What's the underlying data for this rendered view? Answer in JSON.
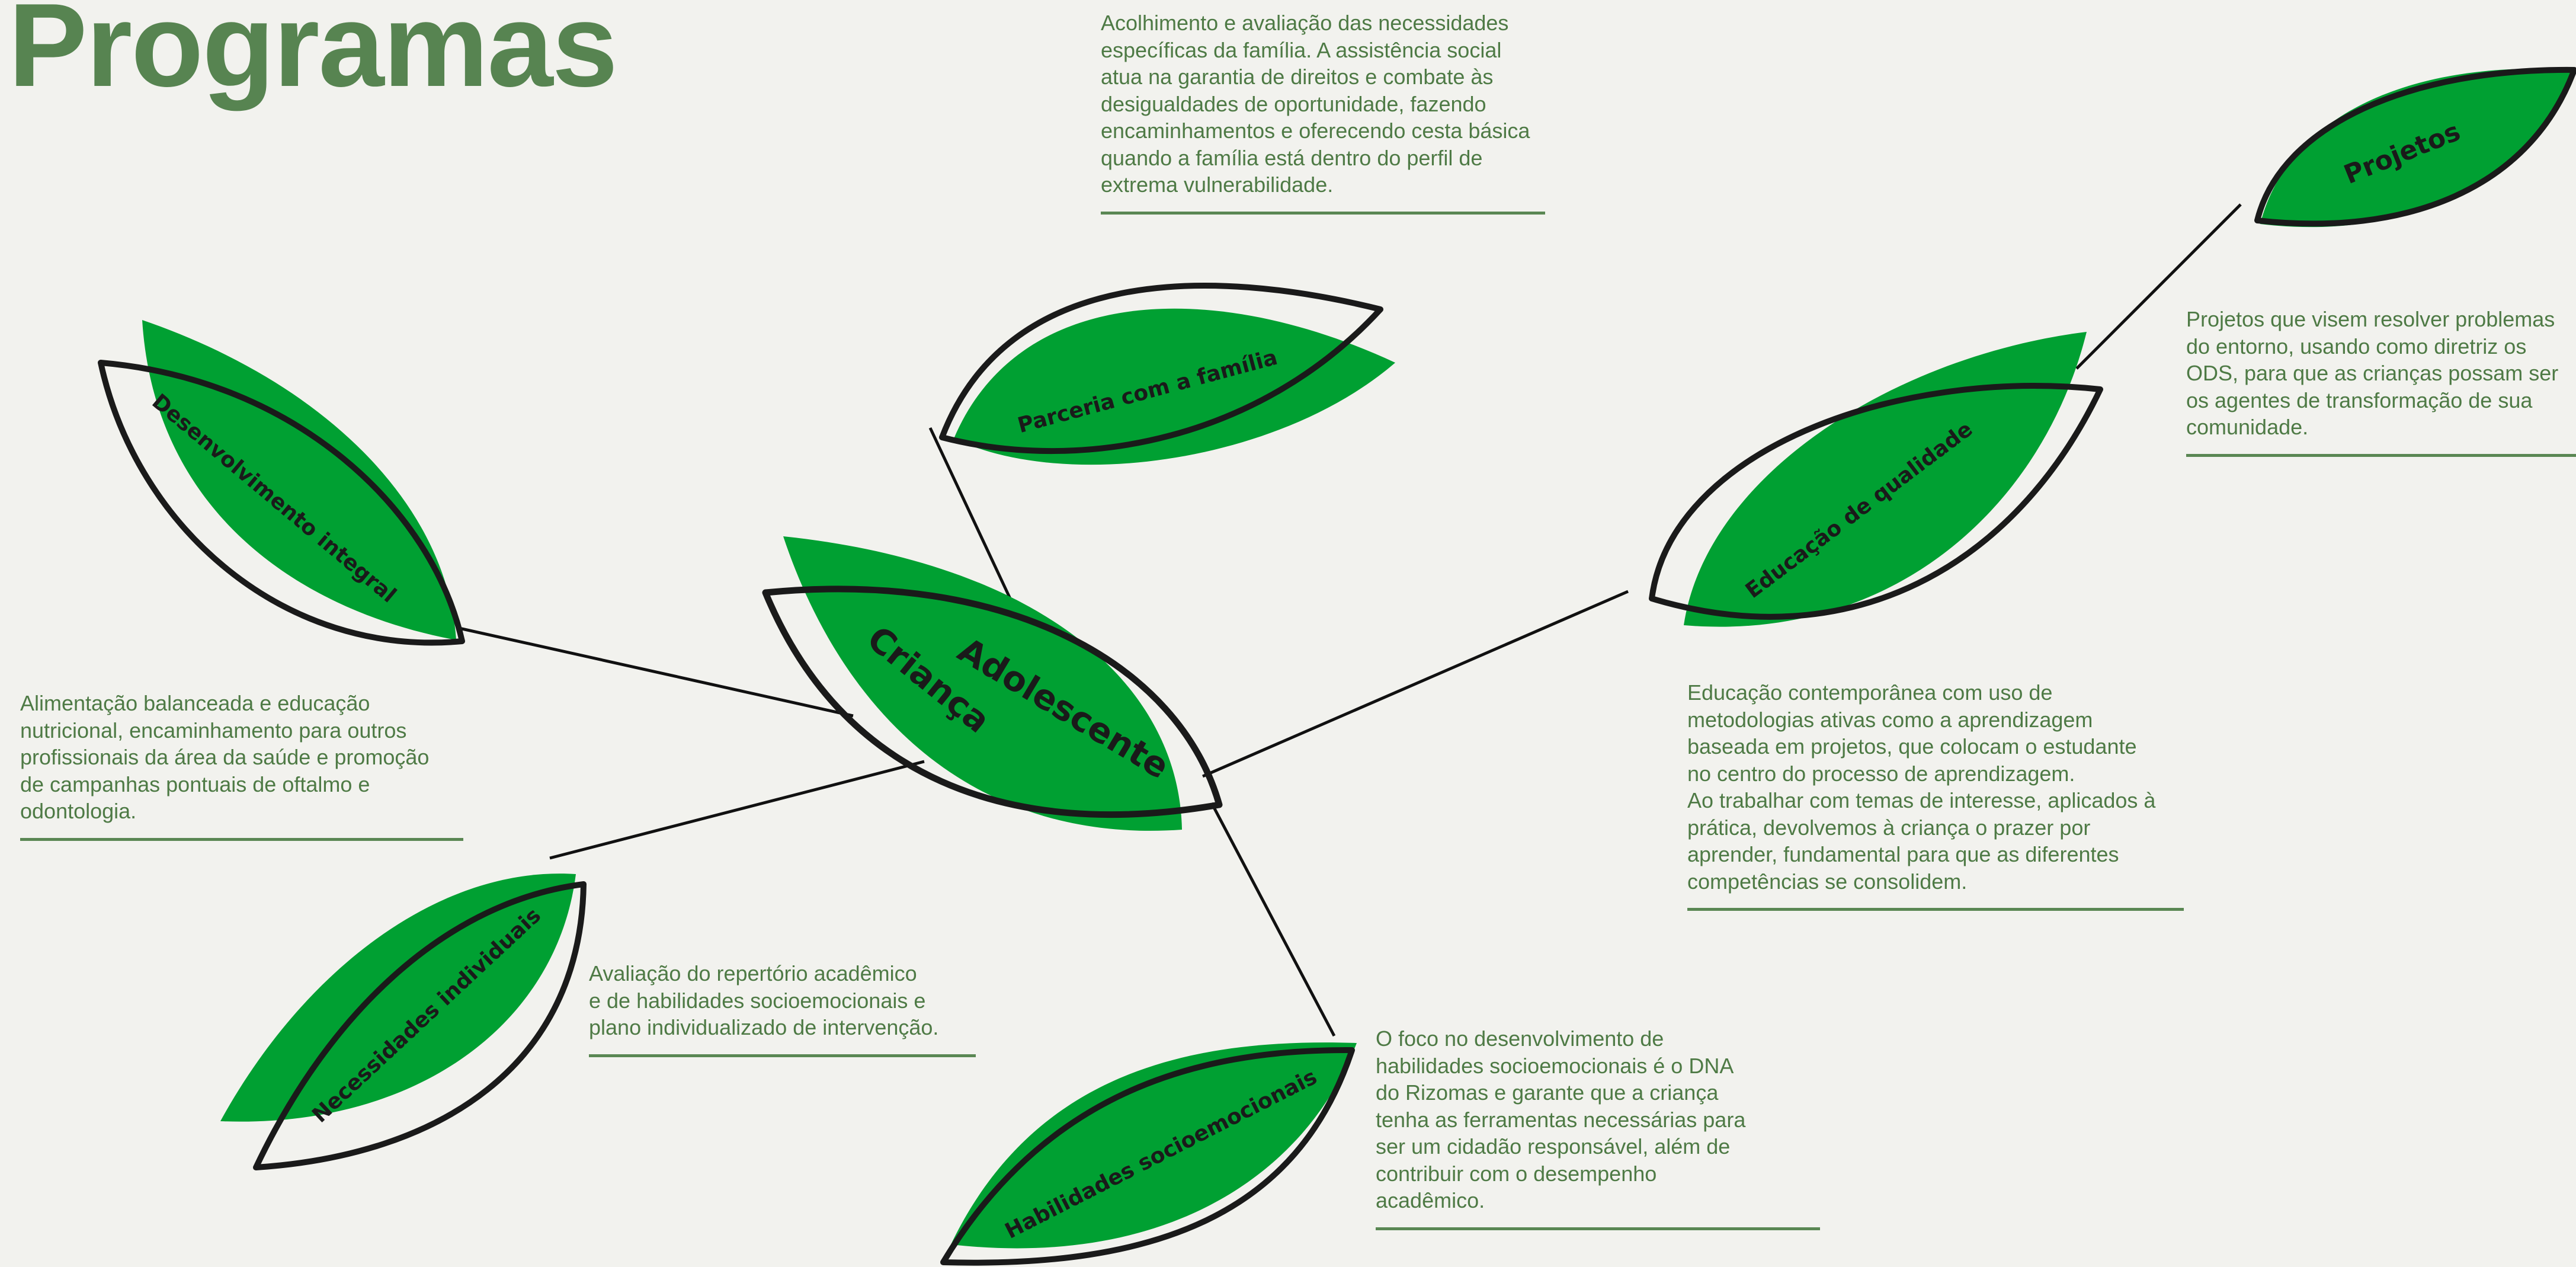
{
  "title": "Programas",
  "colors": {
    "leaf_fill": "#00a032",
    "leaf_outline": "#1a1a1a",
    "title_color": "#578451",
    "text_color": "#4e7a45",
    "background": "#f2f2ee"
  },
  "nodes": {
    "center": {
      "label_line1": "Adolescente",
      "label_line2": "Criança"
    },
    "familia": {
      "label": "Parceria com a família",
      "description": "Acolhimento e avaliação das necessidades\nespecíficas da família.  A assistência social\natua na garantia de direitos e combate às\ndesigualdades de oportunidade, fazendo\nencaminhamentos e oferecendo cesta básica\nquando a família está dentro do perfil de\nextrema vulnerabilidade."
    },
    "desenvolvimento": {
      "label": "Desenvolvimento integral",
      "description": "Alimentação balanceada e educação\nnutricional, encaminhamento para outros\nprofissionais da área da saúde e promoção\nde campanhas pontuais de oftalmo e\nodontologia."
    },
    "necessidades": {
      "label": "Necessidades individuais",
      "description": "Avaliação do repertório acadêmico\ne de habilidades socioemocionais e\nplano individualizado de intervenção."
    },
    "habilidades": {
      "label": "Habilidades socioemocionais",
      "description": "O foco no desenvolvimento de\nhabilidades socioemocionais é o DNA\ndo Rizomas e garante que a criança\ntenha as ferramentas necessárias para\nser um cidadão responsável, além de\ncontribuir com o desempenho\nacadêmico."
    },
    "educacao": {
      "label": "Educação de qualidade",
      "description": "Educação contemporânea com uso de\nmetodologias ativas como a aprendizagem\nbaseada em projetos, que colocam o estudante\nno centro do processo de aprendizagem.\nAo trabalhar com temas de interesse, aplicados à\nprática, devolvemos à criança o prazer por\naprender, fundamental para que as diferentes\ncompetências se consolidem."
    },
    "projetos": {
      "label": "Projetos",
      "description": "Projetos que visem resolver problemas\ndo entorno, usando como diretriz os\nODS, para que as crianças possam ser\nos agentes de transformação de sua\ncomunidade."
    }
  }
}
